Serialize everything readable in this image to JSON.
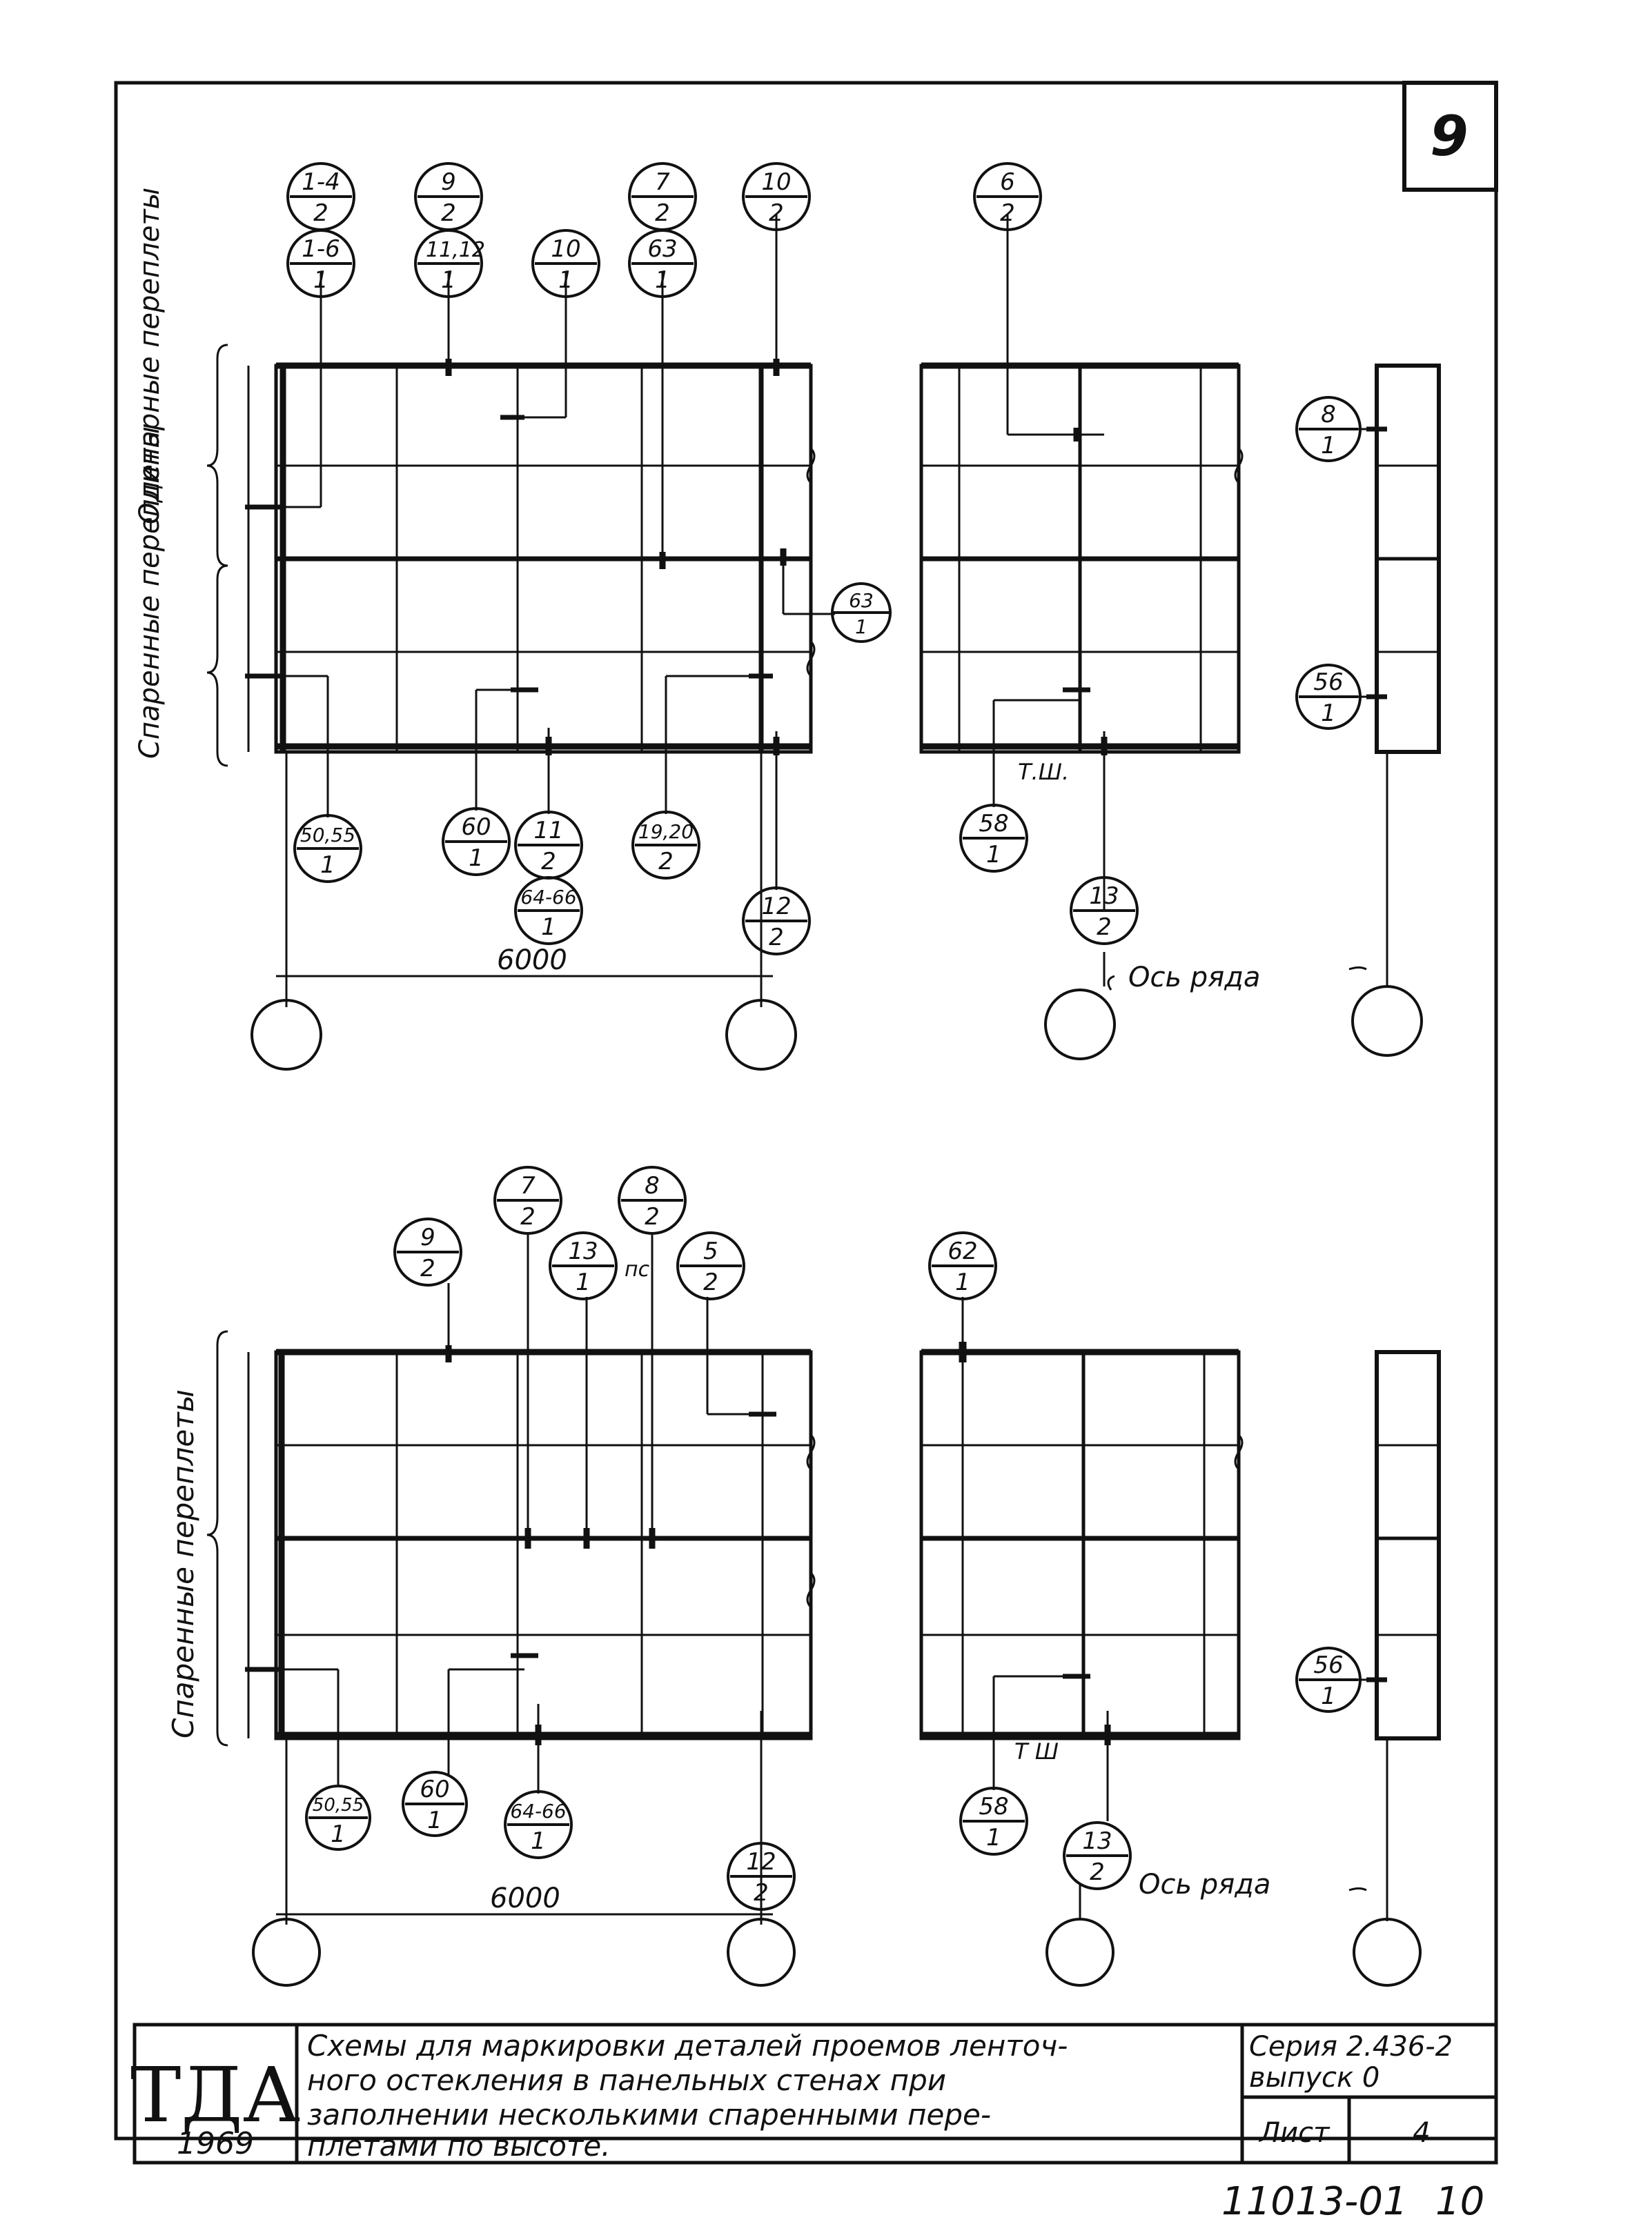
{
  "sheet_number": "9",
  "top": {
    "side_label_upper": "Одинарные переплеты",
    "side_label_lower": "Спаренные переплеты",
    "tags_top": [
      {
        "n": "1-4",
        "d": "2"
      },
      {
        "n": "9",
        "d": "2"
      },
      {
        "n": "7",
        "d": "2"
      },
      {
        "n": "10",
        "d": "2"
      },
      {
        "n": "1-6",
        "d": "1"
      },
      {
        "n": "11,12",
        "d": "1"
      },
      {
        "n": "10",
        "d": "1"
      },
      {
        "n": "63",
        "d": "1"
      }
    ],
    "tag_right_top": {
      "n": "6",
      "d": "2"
    },
    "tag_mid_right": {
      "n": "63",
      "d": "1"
    },
    "tag_far_8": {
      "n": "8",
      "d": "1"
    },
    "tag_far_56": {
      "n": "56",
      "d": "1"
    },
    "tags_bottom": [
      {
        "n": "50,55",
        "d": "1"
      },
      {
        "n": "60",
        "d": "1"
      },
      {
        "n": "11",
        "d": "2"
      },
      {
        "n": "19,20",
        "d": "2"
      },
      {
        "n": "64-66",
        "d": "1"
      },
      {
        "n": "12",
        "d": "2"
      }
    ],
    "tag_right_58": {
      "n": "58",
      "d": "1"
    },
    "tag_right_13": {
      "n": "13",
      "d": "2"
    },
    "tsh_label": "Т.Ш.",
    "dimension": "6000",
    "axis_label": "Ось ряда"
  },
  "bottom": {
    "side_label": "Спаренные переплеты",
    "tags_top": [
      {
        "n": "7",
        "d": "2"
      },
      {
        "n": "8",
        "d": "2"
      },
      {
        "n": "9",
        "d": "2"
      },
      {
        "n": "13",
        "d": "1"
      },
      {
        "n": "5",
        "d": "2"
      }
    ],
    "pc_label": "пс",
    "tag_right_top": {
      "n": "62",
      "d": "1"
    },
    "tag_far_56": {
      "n": "56",
      "d": "1"
    },
    "tags_bottom": [
      {
        "n": "50,55",
        "d": "1"
      },
      {
        "n": "60",
        "d": "1"
      },
      {
        "n": "64-66",
        "d": "1"
      },
      {
        "n": "12",
        "d": "2"
      }
    ],
    "tag_right_58": {
      "n": "58",
      "d": "1"
    },
    "tag_right_13": {
      "n": "13",
      "d": "2"
    },
    "tsh_label": "Т Ш",
    "dimension": "6000",
    "axis_label": "Ось ряда"
  },
  "title_block": {
    "logo": "ТДА",
    "year": "1969",
    "description_lines": [
      "Схемы для маркировки деталей проемов ленточ-",
      "ного остекления в панельных стенах при",
      "заполнении несколькими спаренными пере-",
      "плетами по высоте."
    ],
    "series": "Серия 2.436-2",
    "issue": "выпуск 0",
    "sheet_label": "Лист",
    "sheet_value": "4"
  },
  "footer_code": "11013-01",
  "footer_page": "10"
}
